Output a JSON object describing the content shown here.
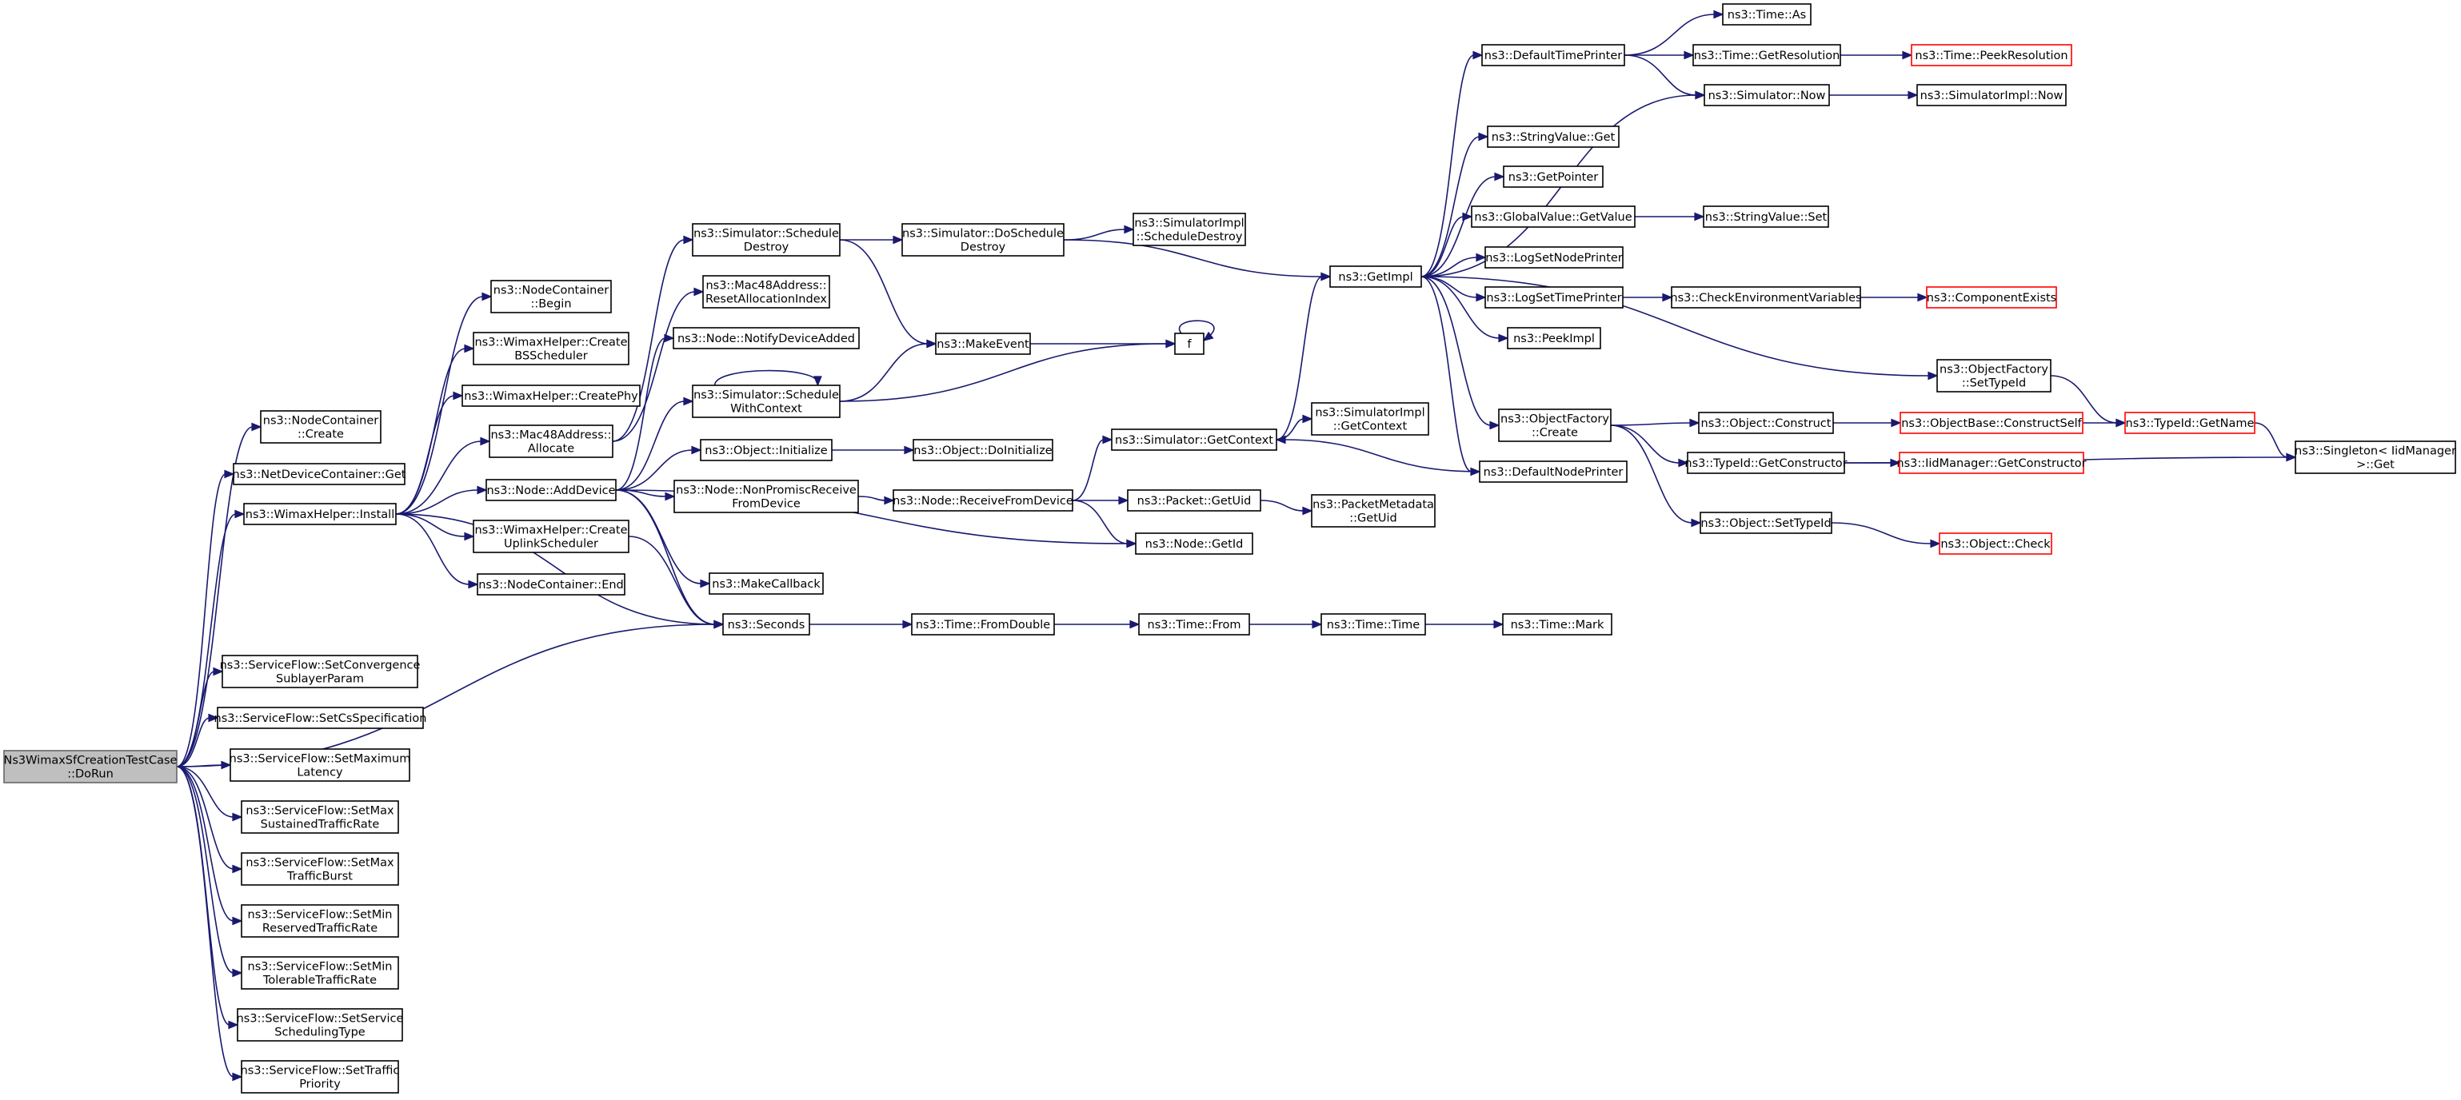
{
  "colors": {
    "edge": "#191970",
    "node_border": "#000000",
    "truncated_border": "#ff0000",
    "root_fill": "#bfbfbf",
    "background": "#ffffff"
  },
  "nodes": {
    "root": {
      "lines": [
        "Ns3WimaxSfCreationTestCase",
        "::DoRun"
      ]
    },
    "nc_create": {
      "lines": [
        "ns3::NodeContainer",
        "::Create"
      ]
    },
    "ndc_get": {
      "lines": [
        "ns3::NetDeviceContainer::Get"
      ]
    },
    "wh_install": {
      "lines": [
        "ns3::WimaxHelper::Install"
      ]
    },
    "seconds": {
      "lines": [
        "ns3::Seconds"
      ]
    },
    "sf_convergence": {
      "lines": [
        "ns3::ServiceFlow::SetConvergence",
        "SublayerParam"
      ]
    },
    "sf_cs": {
      "lines": [
        "ns3::ServiceFlow::SetCsSpecification"
      ]
    },
    "sf_maxlat": {
      "lines": [
        "ns3::ServiceFlow::SetMaximum",
        "Latency"
      ]
    },
    "sf_maxsus": {
      "lines": [
        "ns3::ServiceFlow::SetMax",
        "SustainedTrafficRate"
      ]
    },
    "sf_maxburst": {
      "lines": [
        "ns3::ServiceFlow::SetMax",
        "TrafficBurst"
      ]
    },
    "sf_minres": {
      "lines": [
        "ns3::ServiceFlow::SetMin",
        "ReservedTrafficRate"
      ]
    },
    "sf_mintol": {
      "lines": [
        "ns3::ServiceFlow::SetMin",
        "TolerableTrafficRate"
      ]
    },
    "sf_sched": {
      "lines": [
        "ns3::ServiceFlow::SetService",
        "SchedulingType"
      ]
    },
    "sf_prio": {
      "lines": [
        "ns3::ServiceFlow::SetTraffic",
        "Priority"
      ]
    },
    "nc_begin": {
      "lines": [
        "ns3::NodeContainer",
        "::Begin"
      ]
    },
    "wh_bss": {
      "lines": [
        "ns3::WimaxHelper::Create",
        "BSScheduler"
      ]
    },
    "wh_phy": {
      "lines": [
        "ns3::WimaxHelper::CreatePhy"
      ]
    },
    "mac_alloc": {
      "lines": [
        "ns3::Mac48Address::",
        "Allocate"
      ]
    },
    "node_adddev": {
      "lines": [
        "ns3::Node::AddDevice"
      ]
    },
    "wh_uplink": {
      "lines": [
        "ns3::WimaxHelper::Create",
        "UplinkScheduler"
      ]
    },
    "nc_end": {
      "lines": [
        "ns3::NodeContainer::End"
      ]
    },
    "sim_scheddestroy": {
      "lines": [
        "ns3::Simulator::Schedule",
        "Destroy"
      ]
    },
    "mac_reset": {
      "lines": [
        "ns3::Mac48Address::",
        "ResetAllocationIndex"
      ]
    },
    "node_notify": {
      "lines": [
        "ns3::Node::NotifyDeviceAdded"
      ]
    },
    "sim_schedctx": {
      "lines": [
        "ns3::Simulator::Schedule",
        "WithContext"
      ]
    },
    "obj_init": {
      "lines": [
        "ns3::Object::Initialize"
      ]
    },
    "node_nonprom": {
      "lines": [
        "ns3::Node::NonPromiscReceive",
        "FromDevice"
      ]
    },
    "makecallback": {
      "lines": [
        "ns3::MakeCallback"
      ]
    },
    "sim_doschedule": {
      "lines": [
        "ns3::Simulator::DoSchedule",
        "Destroy"
      ]
    },
    "makeevent": {
      "lines": [
        "ns3::MakeEvent"
      ]
    },
    "obj_doinit": {
      "lines": [
        "ns3::Object::DoInitialize"
      ]
    },
    "node_recv": {
      "lines": [
        "ns3::Node::ReceiveFromDevice"
      ]
    },
    "time_fromdouble": {
      "lines": [
        "ns3::Time::FromDouble"
      ]
    },
    "simimpl_destroy": {
      "lines": [
        "ns3::SimulatorImpl",
        "::ScheduleDestroy"
      ]
    },
    "f": {
      "lines": [
        "f"
      ]
    },
    "sim_getctx": {
      "lines": [
        "ns3::Simulator::GetContext"
      ]
    },
    "packet_getuid": {
      "lines": [
        "ns3::Packet::GetUid"
      ]
    },
    "node_getid": {
      "lines": [
        "ns3::Node::GetId"
      ]
    },
    "time_from": {
      "lines": [
        "ns3::Time::From"
      ]
    },
    "simimpl_getctx": {
      "lines": [
        "ns3::SimulatorImpl",
        "::GetContext"
      ]
    },
    "pktmeta_getuid": {
      "lines": [
        "ns3::PacketMetadata",
        "::GetUid"
      ]
    },
    "time_time": {
      "lines": [
        "ns3::Time::Time"
      ]
    },
    "getimpl": {
      "lines": [
        "ns3::GetImpl"
      ]
    },
    "time_mark": {
      "lines": [
        "ns3::Time::Mark"
      ]
    },
    "deftimeprinter": {
      "lines": [
        "ns3::DefaultTimePrinter"
      ]
    },
    "stringvalue_get": {
      "lines": [
        "ns3::StringValue::Get"
      ]
    },
    "getpointer": {
      "lines": [
        "ns3::GetPointer"
      ]
    },
    "globalvalue_get": {
      "lines": [
        "ns3::GlobalValue::GetValue"
      ]
    },
    "lognodeprinter": {
      "lines": [
        "ns3::LogSetNodePrinter"
      ]
    },
    "logtimeprinter": {
      "lines": [
        "ns3::LogSetTimePrinter"
      ]
    },
    "peekimpl": {
      "lines": [
        "ns3::PeekImpl"
      ]
    },
    "objfactory_create": {
      "lines": [
        "ns3::ObjectFactory",
        "::Create"
      ]
    },
    "defnodeprinter": {
      "lines": [
        "ns3::DefaultNodePrinter"
      ]
    },
    "time_as": {
      "lines": [
        "ns3::Time::As"
      ]
    },
    "time_getres": {
      "lines": [
        "ns3::Time::GetResolution"
      ]
    },
    "sim_now": {
      "lines": [
        "ns3::Simulator::Now"
      ]
    },
    "stringvalue_set": {
      "lines": [
        "ns3::StringValue::Set"
      ]
    },
    "checkenv": {
      "lines": [
        "ns3::CheckEnvironmentVariables"
      ]
    },
    "objfactory_settypeid": {
      "lines": [
        "ns3::ObjectFactory",
        "::SetTypeId"
      ]
    },
    "obj_construct": {
      "lines": [
        "ns3::Object::Construct"
      ]
    },
    "typeid_getctor": {
      "lines": [
        "ns3::TypeId::GetConstructor"
      ]
    },
    "obj_settypeid": {
      "lines": [
        "ns3::Object::SetTypeId"
      ]
    },
    "time_peekres": {
      "lines": [
        "ns3::Time::PeekResolution"
      ]
    },
    "simimpl_now": {
      "lines": [
        "ns3::SimulatorImpl::Now"
      ]
    },
    "componentexists": {
      "lines": [
        "ns3::ComponentExists"
      ]
    },
    "objbase_constructself": {
      "lines": [
        "ns3::ObjectBase::ConstructSelf"
      ]
    },
    "typeid_getname": {
      "lines": [
        "ns3::TypeId::GetName"
      ]
    },
    "iidmanager_getctor": {
      "lines": [
        "ns3::IidManager::GetConstructor"
      ]
    },
    "obj_check": {
      "lines": [
        "ns3::Object::Check"
      ]
    },
    "singleton_get": {
      "lines": [
        "ns3::Singleton< IidManager",
        " >::Get"
      ]
    }
  }
}
